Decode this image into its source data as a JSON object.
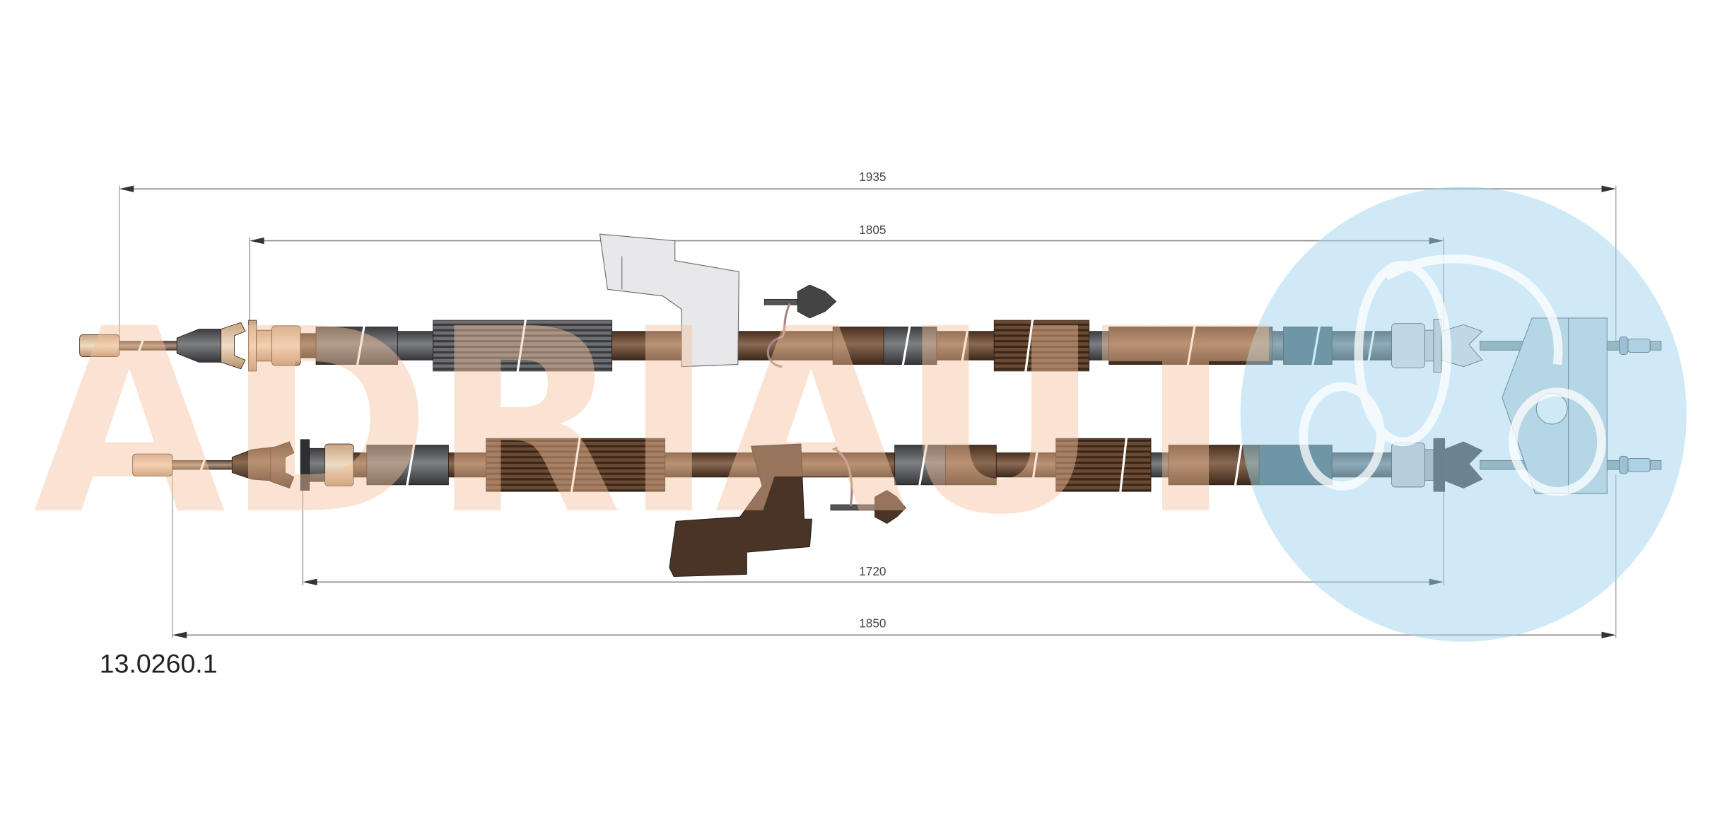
{
  "part_number": "13.0260.1",
  "watermark_logo_text": "ADRIAUT",
  "dimensions": {
    "overall_top": "1935",
    "sheath_top": "1805",
    "sheath_bottom": "1720",
    "overall_bottom": "1850"
  },
  "colors": {
    "sheath_brown": "#6b4a33",
    "sheath_grey": "#5a5c60",
    "fitting_tan": "#e6c9a8",
    "watermark_peach": "#f6c39c",
    "watermark_blue": "#9fd6ee"
  }
}
